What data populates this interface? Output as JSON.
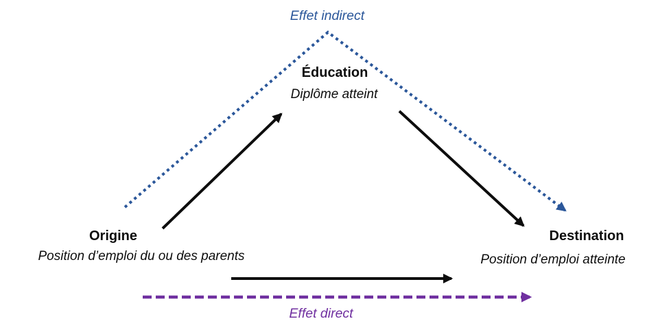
{
  "diagram": {
    "nodes": {
      "education": {
        "title": "Éducation",
        "subtitle": "Diplôme atteint"
      },
      "origine": {
        "title": "Origine",
        "subtitle": "Position d’emploi du ou des parents"
      },
      "destination": {
        "title": "Destination",
        "subtitle": "Position d’emploi atteinte"
      }
    },
    "effects": {
      "indirect_label": "Effet indirect",
      "direct_label": "Effet direct"
    },
    "colors": {
      "indirect_blue": "#2B579A",
      "direct_purple": "#7030A0",
      "arrow_black": "#0d0d0d"
    }
  }
}
